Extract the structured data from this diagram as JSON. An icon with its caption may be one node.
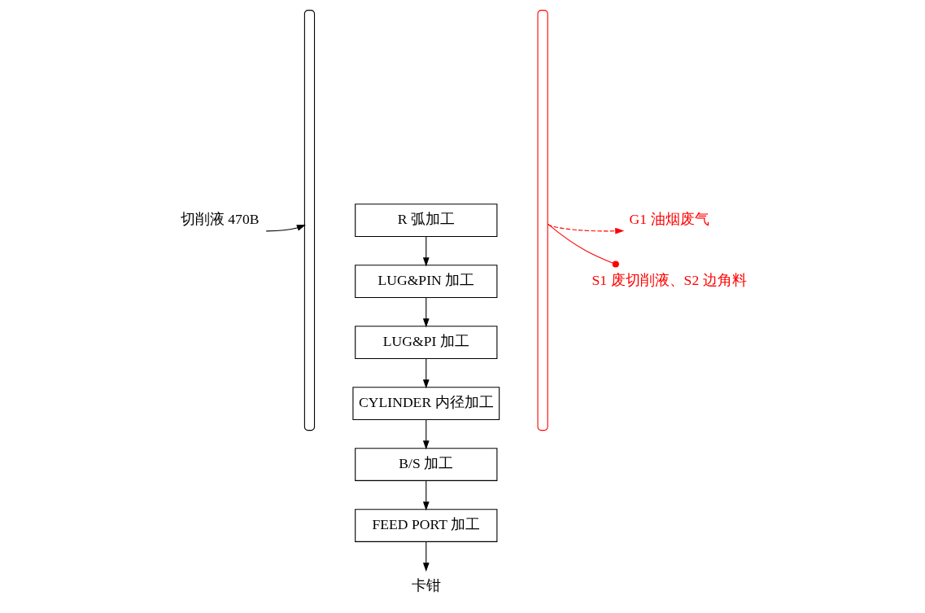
{
  "diagram": {
    "nodes": [
      {
        "text": [
          "R 弧加工"
        ]
      },
      {
        "text": [
          "LUG&PIN 加工"
        ]
      },
      {
        "text": [
          "LUG&PI 加工"
        ]
      },
      {
        "text": [
          "CYLINDER 内径加工"
        ]
      },
      {
        "text": [
          "B/S 加工"
        ]
      },
      {
        "text": [
          "FEED PORT 加工"
        ]
      },
      {
        "text": [
          "卡钳"
        ]
      },
      {
        "text": [
          "切削液 470B"
        ]
      },
      {
        "text": [
          "G1 油烟废气"
        ]
      },
      {
        "text": [
          "S1 废切削液、S2 边角料"
        ]
      },
      {
        "text": [],
        "shape": "brace"
      },
      {
        "text": [],
        "shape": "brace"
      }
    ],
    "edges": [
      {
        "from": 0,
        "to": 1,
        "arrow": "to"
      },
      {
        "from": 1,
        "to": 2,
        "arrow": "to"
      },
      {
        "from": 2,
        "to": 3,
        "arrow": "to"
      },
      {
        "from": 3,
        "to": 4,
        "arrow": "to"
      },
      {
        "from": 4,
        "to": 5,
        "arrow": "to"
      },
      {
        "from": 5,
        "to": 6,
        "arrow": "to"
      },
      {
        "from": 7,
        "to": 10,
        "arrow": "to"
      },
      {
        "from": 11,
        "to": 8,
        "arrow": "to",
        "style": "dashed",
        "color": "#ff0000"
      },
      {
        "from": 11,
        "to": 9,
        "arrow": "other",
        "color": "#ff0000"
      }
    ]
  }
}
